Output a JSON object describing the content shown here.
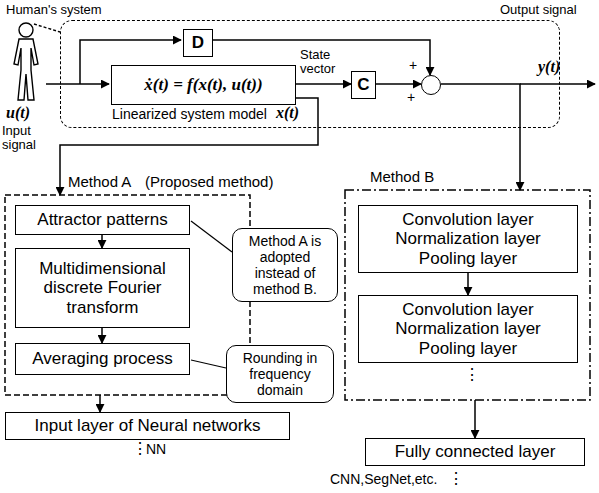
{
  "diagram": {
    "nodes": [
      {
        "text": [
          "Human's system"
        ]
      },
      {
        "text": [
          "D"
        ],
        "in": 0
      },
      {
        "text": [
          "ẋ(t) = f(x(t), u(t))"
        ],
        "in": 0
      },
      {
        "text": [
          "C"
        ],
        "in": 0
      },
      {
        "text": [
          "+",
          "+"
        ],
        "in": 0
      },
      {
        "text": [
          "Method A",
          "(Proposed method)"
        ]
      },
      {
        "text": [
          "Attractor patterns"
        ],
        "in": 5
      },
      {
        "text": [
          "Multidimensional discrete Fourier transform"
        ],
        "in": 5
      },
      {
        "text": [
          "Averaging process"
        ],
        "in": 5
      },
      {
        "text": [
          "Method B"
        ]
      },
      {
        "text": [
          "Convolution layer Normalization layer Pooling layer"
        ],
        "in": 9
      },
      {
        "text": [
          "Convolution layer Normalization layer Pooling layer"
        ],
        "in": 9
      },
      {
        "text": [
          "Input layer of Neural networks"
        ]
      },
      {
        "text": [
          "Fully connected layer"
        ]
      },
      {
        "text": [
          "Method A is adopted instead of method B."
        ]
      },
      {
        "text": [
          "Rounding in frequency domain"
        ]
      }
    ],
    "edges": [
      {
        "from": 2,
        "to": 3,
        "arrow": "to"
      },
      {
        "from": 1,
        "to": 4,
        "arrow": "to"
      },
      {
        "from": 3,
        "to": 4,
        "arrow": "to"
      },
      {
        "from": 2,
        "to": 5,
        "arrow": "to"
      },
      {
        "from": 4,
        "to": 9,
        "arrow": "to"
      },
      {
        "from": 6,
        "to": 7,
        "arrow": "to"
      },
      {
        "from": 7,
        "to": 8,
        "arrow": "to"
      },
      {
        "from": 5,
        "to": 12,
        "arrow": "to"
      },
      {
        "from": 10,
        "to": 11,
        "arrow": "to"
      },
      {
        "from": 9,
        "to": 13,
        "arrow": "to"
      }
    ],
    "labels": [
      "Output signal",
      "y(t)",
      "u(t)",
      "Input signal",
      "State vector",
      "Linearized system model",
      "x(t)",
      "⋮",
      "⋮",
      "NN",
      "CNN,SegNet,etc.",
      "⋮"
    ]
  }
}
